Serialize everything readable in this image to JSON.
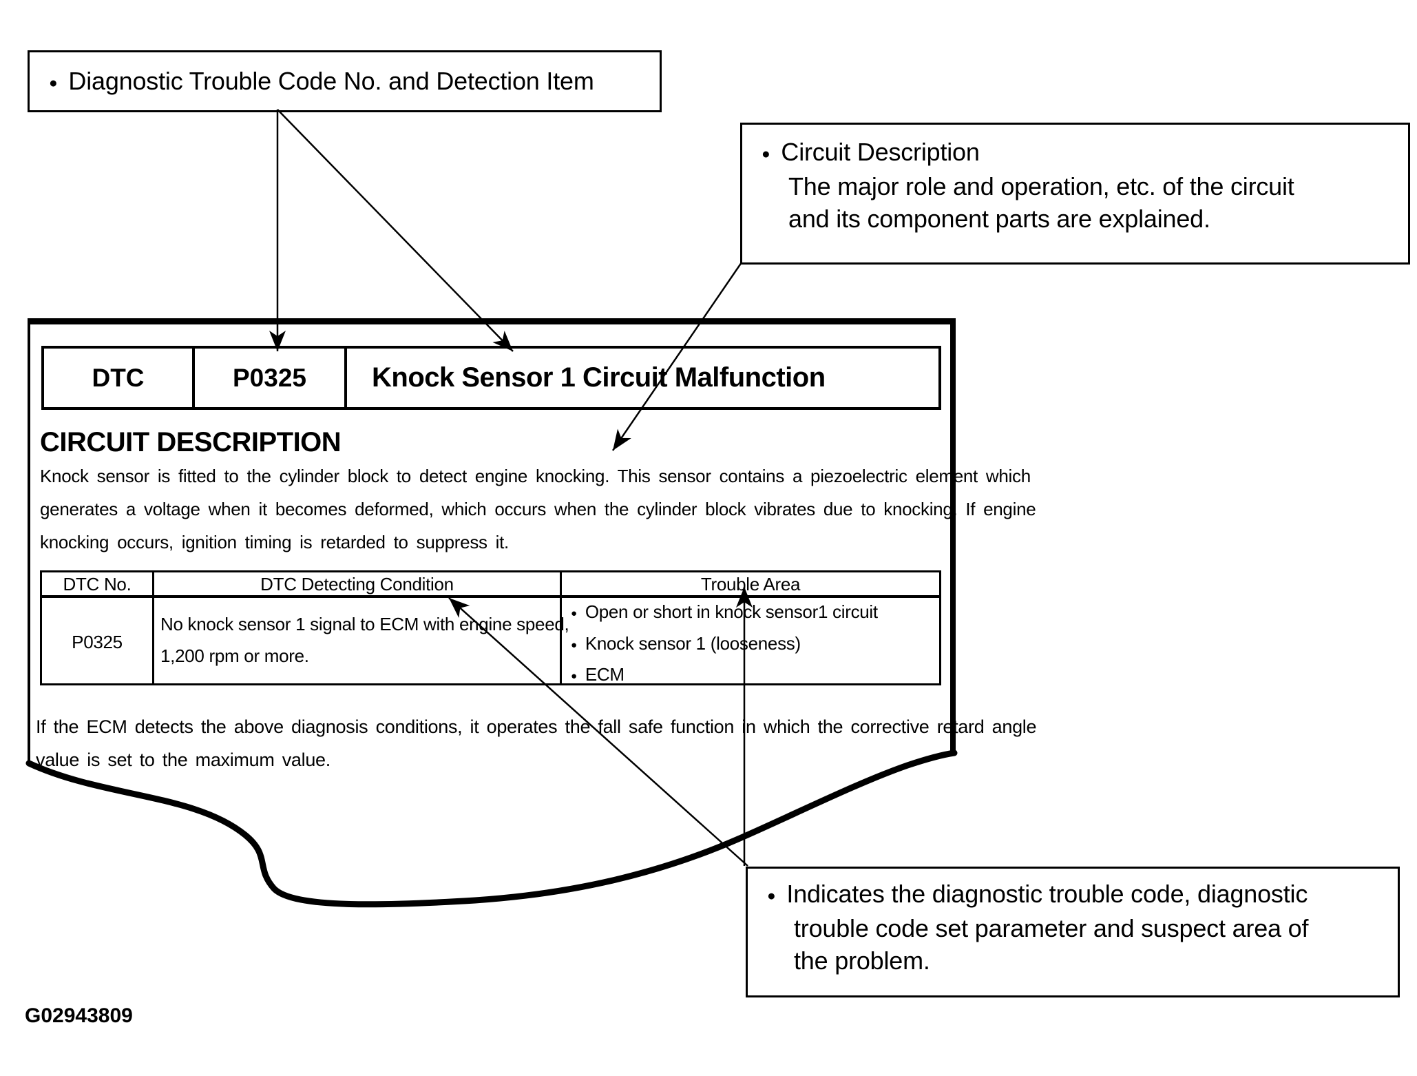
{
  "colors": {
    "ink": "#000000",
    "paper": "#ffffff"
  },
  "icons": {
    "bullet": "●"
  },
  "callouts": {
    "detection": {
      "text": "Diagnostic Trouble Code No. and Detection Item"
    },
    "circuit": {
      "lines": [
        "Circuit Description",
        "The major role and operation, etc. of the circuit",
        "and its component parts are explained."
      ]
    },
    "indicates": {
      "lines": [
        "Indicates the diagnostic trouble code, diagnostic",
        "trouble code set parameter and suspect area of",
        "the problem."
      ]
    }
  },
  "document": {
    "dtc_banner": {
      "label": "DTC",
      "code": "P0325",
      "title": "Knock Sensor 1 Circuit Malfunction"
    },
    "section_heading": "CIRCUIT DESCRIPTION",
    "description_lines": [
      "Knock sensor is fitted to the cylinder block to detect engine knocking. This sensor contains a piezoelectric element which",
      "generates a voltage when it becomes deformed, which occurs when the cylinder block vibrates due to knocking. If engine",
      "knocking occurs, ignition timing is retarded to suppress it."
    ],
    "table": {
      "headers": [
        "DTC No.",
        "DTC Detecting Condition",
        "Trouble Area"
      ],
      "row": {
        "dtc_no": "P0325",
        "condition_lines": [
          "No knock sensor 1 signal to ECM with engine speed,",
          "1,200 rpm or more."
        ],
        "trouble_areas": [
          "Open or short in knock sensor1 circuit",
          "Knock sensor 1 (looseness)",
          "ECM"
        ]
      }
    },
    "note_lines": [
      "If the ECM detects the above diagnosis conditions, it operates the fall safe function in which the corrective retard angle",
      "value is set to the maximum value."
    ]
  },
  "figure_id": "G02943809"
}
